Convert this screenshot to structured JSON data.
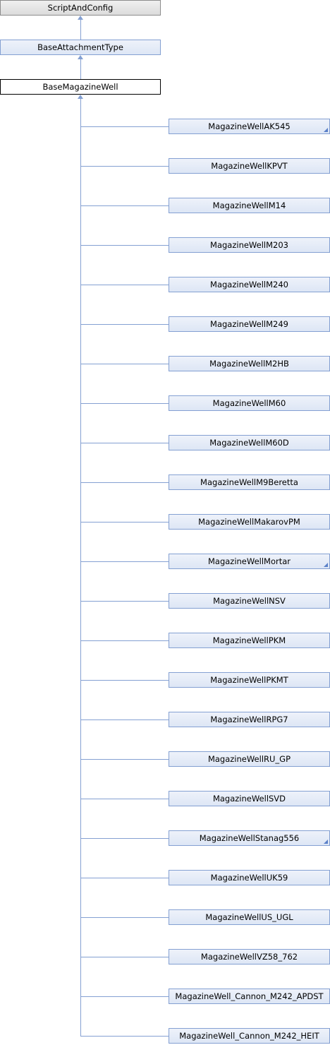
{
  "hierarchy": [
    {
      "label": "ScriptAndConfig",
      "style": "grey"
    },
    {
      "label": "BaseAttachmentType",
      "style": "normal"
    },
    {
      "label": "BaseMagazineWell",
      "style": "focus"
    }
  ],
  "children": [
    {
      "label": "MagazineWellAK545",
      "more": true
    },
    {
      "label": "MagazineWellKPVT",
      "more": false
    },
    {
      "label": "MagazineWellM14",
      "more": false
    },
    {
      "label": "MagazineWellM203",
      "more": false
    },
    {
      "label": "MagazineWellM240",
      "more": false
    },
    {
      "label": "MagazineWellM249",
      "more": false
    },
    {
      "label": "MagazineWellM2HB",
      "more": false
    },
    {
      "label": "MagazineWellM60",
      "more": false
    },
    {
      "label": "MagazineWellM60D",
      "more": false
    },
    {
      "label": "MagazineWellM9Beretta",
      "more": false
    },
    {
      "label": "MagazineWellMakarovPM",
      "more": false
    },
    {
      "label": "MagazineWellMortar",
      "more": true
    },
    {
      "label": "MagazineWellNSV",
      "more": false
    },
    {
      "label": "MagazineWellPKM",
      "more": false
    },
    {
      "label": "MagazineWellPKMT",
      "more": false
    },
    {
      "label": "MagazineWellRPG7",
      "more": false
    },
    {
      "label": "MagazineWellRU_GP",
      "more": false
    },
    {
      "label": "MagazineWellSVD",
      "more": false
    },
    {
      "label": "MagazineWellStanag556",
      "more": true
    },
    {
      "label": "MagazineWellUK59",
      "more": false
    },
    {
      "label": "MagazineWellUS_UGL",
      "more": false
    },
    {
      "label": "MagazineWellVZ58_762",
      "more": false
    },
    {
      "label": "MagazineWell_Cannon_M242_APDST",
      "more": false
    },
    {
      "label": "MagazineWell_Cannon_M242_HEIT",
      "more": false
    }
  ],
  "colors": {
    "edge": "#84a0d2",
    "more_marker": "#5a80c8"
  }
}
